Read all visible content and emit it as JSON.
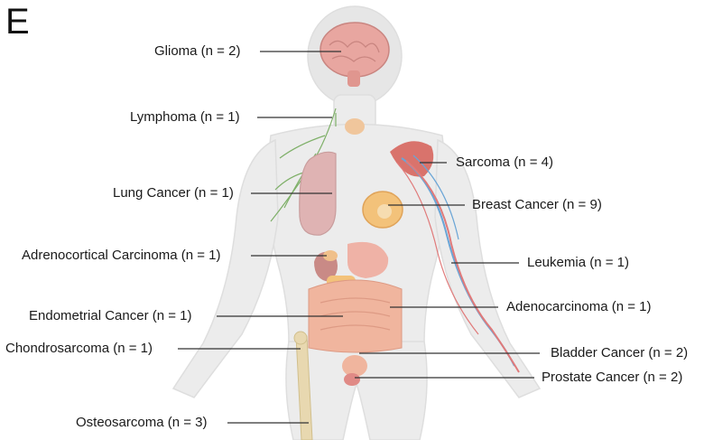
{
  "panel_letter": "E",
  "labels": {
    "glioma": "Glioma (n = 2)",
    "lymphoma": "Lymphoma (n = 1)",
    "lung": "Lung Cancer (n = 1)",
    "adrenocortical": "Adrenocortical Carcinoma (n = 1)",
    "endometrial": "Endometrial Cancer (n = 1)",
    "chondrosarcoma": "Chondrosarcoma (n = 1)",
    "osteosarcoma": "Osteosarcoma (n = 3)",
    "sarcoma": "Sarcoma (n = 4)",
    "breast": "Breast Cancer (n = 9)",
    "leukemia": "Leukemia (n = 1)",
    "adenocarcinoma": "Adenocarcinoma (n = 1)",
    "bladder": "Bladder Cancer (n = 2)",
    "prostate": "Prostate Cancer (n = 2)"
  },
  "colors": {
    "body": "#ececec",
    "body_outline": "#d9d9d9",
    "brain": "#e8a6a0",
    "lung": "#dfb3b3",
    "liver": "#c98a86",
    "stomach": "#efb2a6",
    "intestine": "#f0b59e",
    "bone": "#e8d8b0",
    "breast": "#f3c27a",
    "muscle": "#d9736c",
    "lymph": "#7fb069",
    "vessel_red": "#e07a7a",
    "vessel_blue": "#6aa5d6",
    "leader": "#333333"
  }
}
